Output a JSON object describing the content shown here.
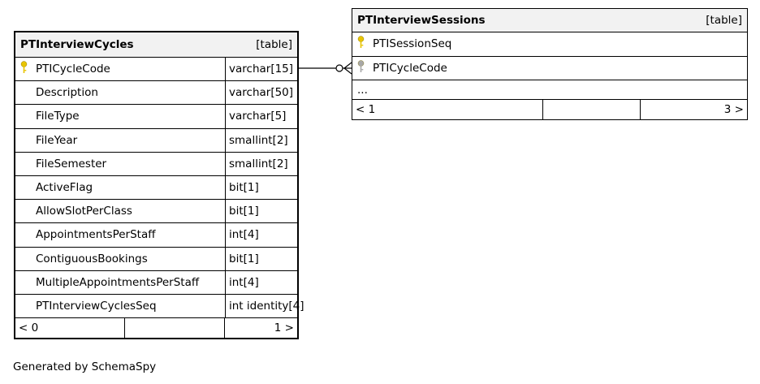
{
  "cycles": {
    "name": "PTInterviewCycles",
    "kind": "[table]",
    "columns": [
      {
        "name": "PTICycleCode",
        "type": "varchar[15]",
        "key": "primary"
      },
      {
        "name": "Description",
        "type": "varchar[50]",
        "key": ""
      },
      {
        "name": "FileType",
        "type": "varchar[5]",
        "key": ""
      },
      {
        "name": "FileYear",
        "type": "smallint[2]",
        "key": ""
      },
      {
        "name": "FileSemester",
        "type": "smallint[2]",
        "key": ""
      },
      {
        "name": "ActiveFlag",
        "type": "bit[1]",
        "key": ""
      },
      {
        "name": "AllowSlotPerClass",
        "type": "bit[1]",
        "key": ""
      },
      {
        "name": "AppointmentsPerStaff",
        "type": "int[4]",
        "key": ""
      },
      {
        "name": "ContiguousBookings",
        "type": "bit[1]",
        "key": ""
      },
      {
        "name": "MultipleAppointmentsPerStaff",
        "type": "int[4]",
        "key": ""
      },
      {
        "name": "PTInterviewCyclesSeq",
        "type": "int identity[4]",
        "key": ""
      }
    ],
    "footer_left": "< 0",
    "footer_right": "1 >"
  },
  "sessions": {
    "name": "PTInterviewSessions",
    "kind": "[table]",
    "columns": [
      {
        "name": "PTISessionSeq",
        "key": "primary"
      },
      {
        "name": "PTICycleCode",
        "key": "foreign"
      }
    ],
    "more": "...",
    "footer_left": "< 1",
    "footer_right": "3 >"
  },
  "footer_text": "Generated by SchemaSpy",
  "colors": {
    "primary_key": "#e8c400",
    "foreign_key": "#a8a8a8",
    "header_bg": "#f2f2f2"
  },
  "icons": {
    "primary_key": "key-icon",
    "foreign_key": "key-icon"
  }
}
